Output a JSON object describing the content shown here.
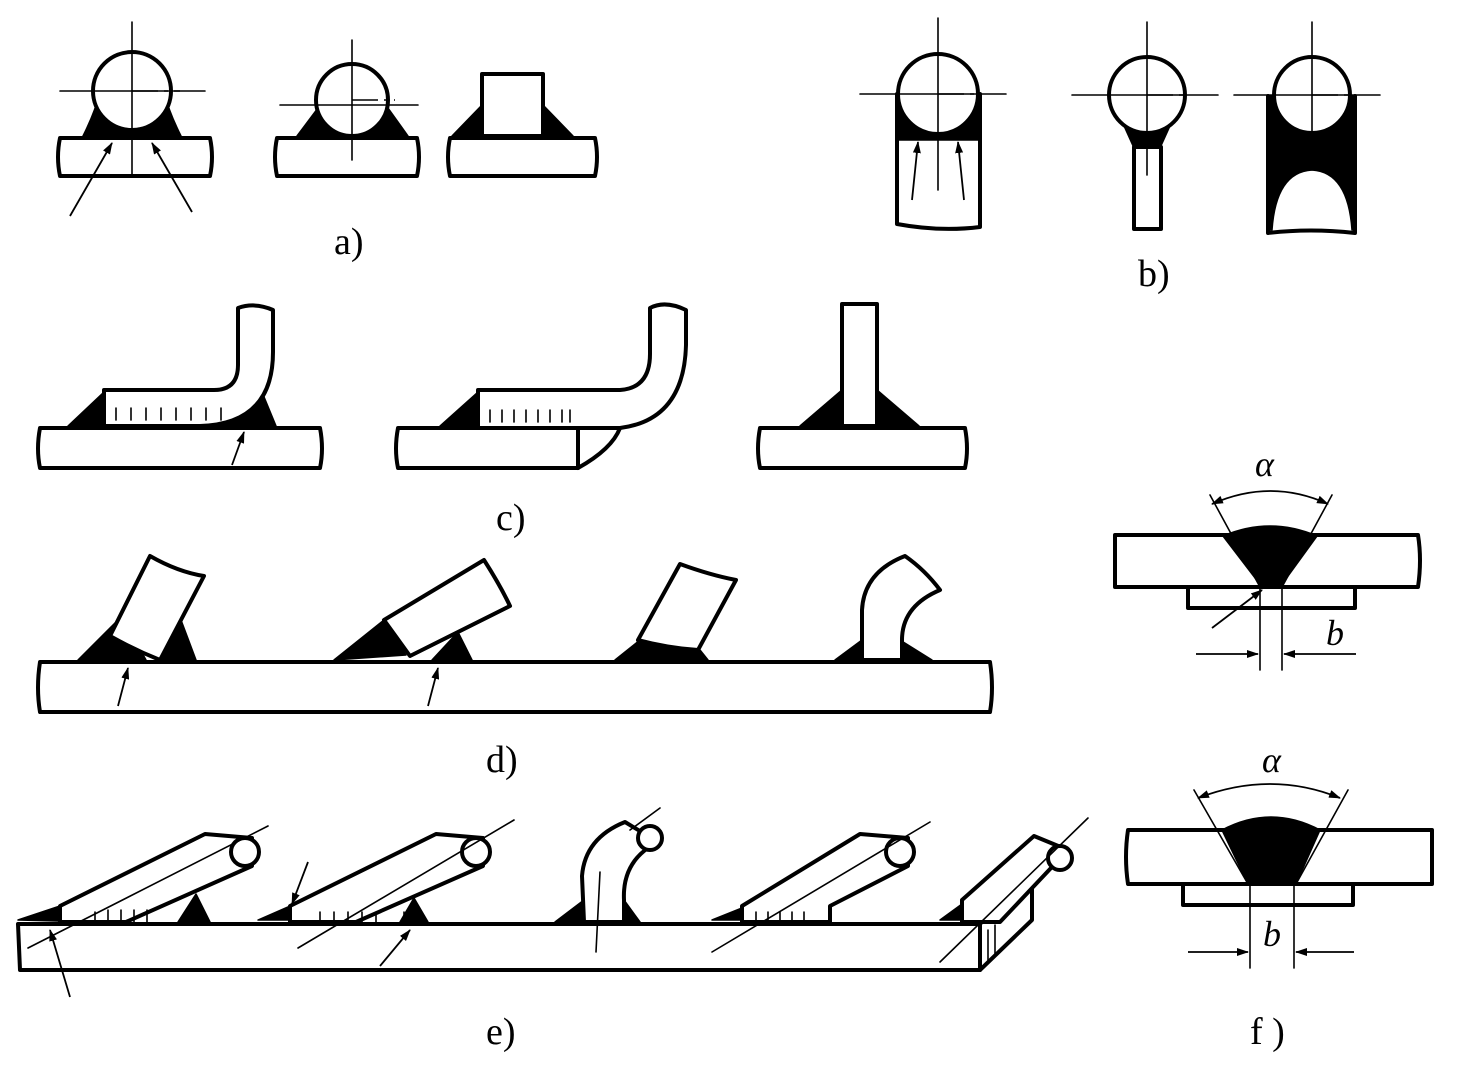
{
  "figure": {
    "panel_labels": {
      "a": "a)",
      "b": "b)",
      "c": "c)",
      "d": "d)",
      "e": "e)",
      "f": "f )"
    },
    "dimension_labels": {
      "alpha": "α",
      "gap": "b"
    },
    "colors": {
      "line": "#000000",
      "weld_fill": "#000000",
      "background": "#ffffff"
    }
  }
}
